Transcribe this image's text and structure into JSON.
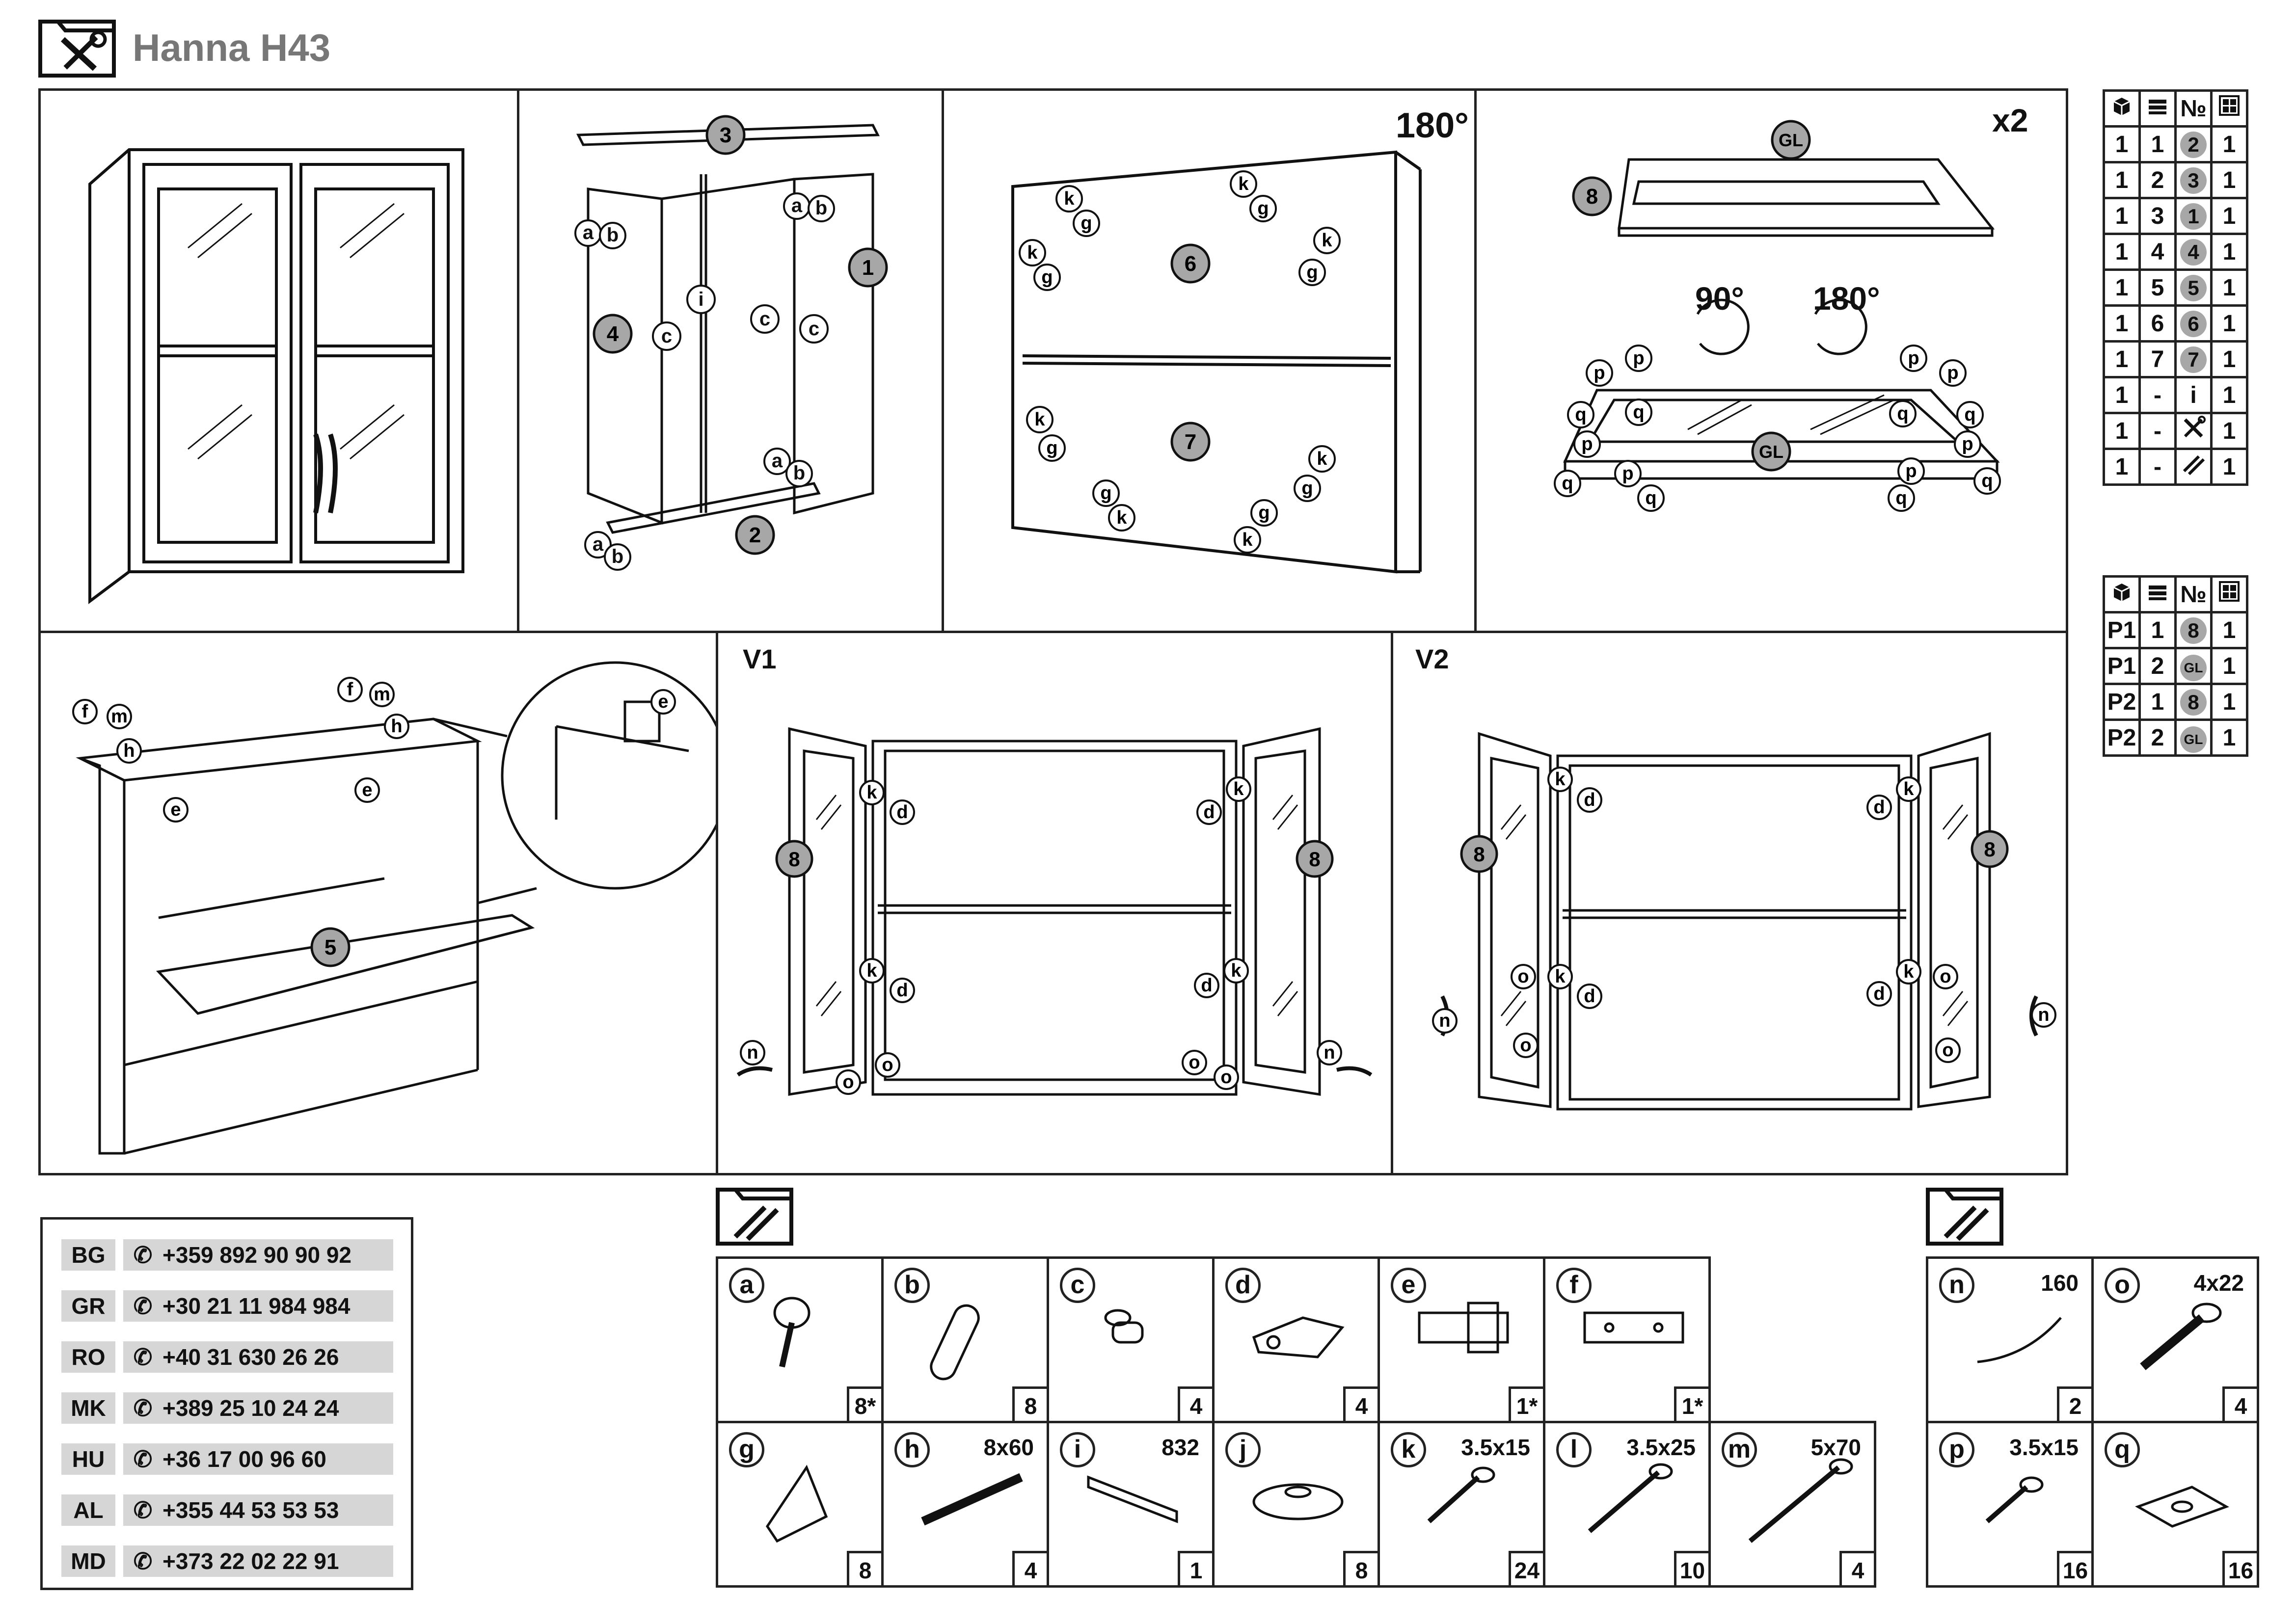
{
  "header": {
    "title": "Hanna H43",
    "icon": "tools-icon"
  },
  "steps": {
    "s1": {
      "labels": []
    },
    "s2": {
      "parts": [
        "3",
        "4",
        "1",
        "2"
      ],
      "fittings": [
        "a",
        "b",
        "c",
        "i"
      ]
    },
    "s3": {
      "rotation": "180°",
      "parts": [
        "6",
        "7"
      ],
      "fittings": [
        "k",
        "g"
      ]
    },
    "s4": {
      "count": "x2",
      "parts": [
        "GL",
        "8"
      ],
      "rotations": [
        "90°",
        "180°"
      ],
      "fittings": [
        "p",
        "q"
      ]
    },
    "s5": {
      "parts": [
        "5"
      ],
      "fittings": [
        "f",
        "m",
        "h",
        "e"
      ]
    },
    "s6": {
      "variant": "V1",
      "parts": [
        "8"
      ],
      "fittings": [
        "k",
        "d",
        "n",
        "o"
      ]
    },
    "s7": {
      "variant": "V2",
      "parts": [
        "8"
      ],
      "fittings": [
        "k",
        "d",
        "n",
        "o"
      ]
    }
  },
  "parts_table_1": {
    "header_icons": [
      "box-icon",
      "stack-icon",
      "№",
      "grid-icon"
    ],
    "rows": [
      [
        "1",
        "1",
        "2",
        "1"
      ],
      [
        "1",
        "2",
        "3",
        "1"
      ],
      [
        "1",
        "3",
        "1",
        "1"
      ],
      [
        "1",
        "4",
        "4",
        "1"
      ],
      [
        "1",
        "5",
        "5",
        "1"
      ],
      [
        "1",
        "6",
        "6",
        "1"
      ],
      [
        "1",
        "7",
        "7",
        "1"
      ],
      [
        "1",
        "-",
        "i",
        "1"
      ],
      [
        "1",
        "-",
        "tools-icon",
        "1"
      ],
      [
        "1",
        "-",
        "screws-icon",
        "1"
      ]
    ]
  },
  "parts_table_2": {
    "header_icons": [
      "box-icon",
      "stack-icon",
      "№",
      "grid-icon"
    ],
    "rows": [
      [
        "P1",
        "1",
        "8",
        "1"
      ],
      [
        "P1",
        "2",
        "GL",
        "1"
      ],
      [
        "P2",
        "1",
        "8",
        "1"
      ],
      [
        "P2",
        "2",
        "GL",
        "1"
      ]
    ]
  },
  "contacts": [
    {
      "country": "BG",
      "phone": "+359 892 90 90 92"
    },
    {
      "country": "GR",
      "phone": "+30 21 11 984 984"
    },
    {
      "country": "RO",
      "phone": "+40 31 630 26 26"
    },
    {
      "country": "MK",
      "phone": "+389 25 10 24 24"
    },
    {
      "country": "HU",
      "phone": "+36 17 00 96 60"
    },
    {
      "country": "AL",
      "phone": "+355 44 53 53 53"
    },
    {
      "country": "MD",
      "phone": "+373 22 02 22 91"
    }
  ],
  "hardware": [
    {
      "letter": "a",
      "size": "",
      "qty": "8*"
    },
    {
      "letter": "b",
      "size": "",
      "qty": "8"
    },
    {
      "letter": "c",
      "size": "",
      "qty": "4"
    },
    {
      "letter": "d",
      "size": "",
      "qty": "4"
    },
    {
      "letter": "e",
      "size": "",
      "qty": "1*"
    },
    {
      "letter": "f",
      "size": "",
      "qty": "1*"
    },
    {
      "letter": "g",
      "size": "",
      "qty": "8"
    },
    {
      "letter": "h",
      "size": "8x60",
      "qty": "4"
    },
    {
      "letter": "i",
      "size": "832",
      "qty": "1"
    },
    {
      "letter": "j",
      "size": "",
      "qty": "8"
    },
    {
      "letter": "k",
      "size": "3.5x15",
      "qty": "24"
    },
    {
      "letter": "l",
      "size": "3.5x25",
      "qty": "10"
    },
    {
      "letter": "m",
      "size": "5x70",
      "qty": "4"
    }
  ],
  "hardware_extra": [
    {
      "letter": "n",
      "size": "160",
      "qty": "2"
    },
    {
      "letter": "o",
      "size": "4x22",
      "qty": "4"
    },
    {
      "letter": "p",
      "size": "3.5x15",
      "qty": "16"
    },
    {
      "letter": "q",
      "size": "",
      "qty": "16"
    }
  ]
}
